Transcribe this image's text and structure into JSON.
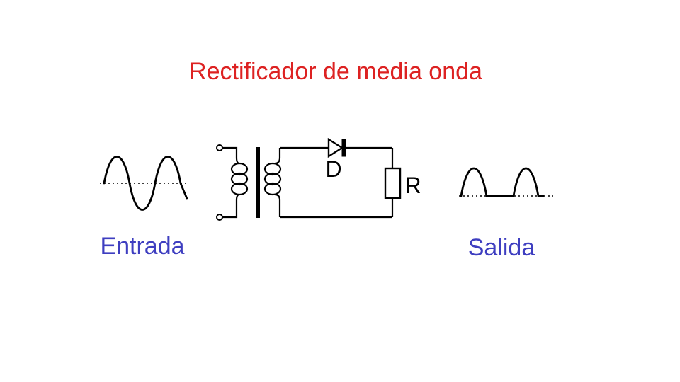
{
  "title": "Rectificador de media onda",
  "labels": {
    "input": "Entrada",
    "output": "Salida"
  },
  "components": {
    "diode": "D",
    "resistor": "R"
  },
  "colors": {
    "title": "#dd2222",
    "labels": "#3e3ec0",
    "ink": "#000000",
    "bg": "#ffffff"
  }
}
